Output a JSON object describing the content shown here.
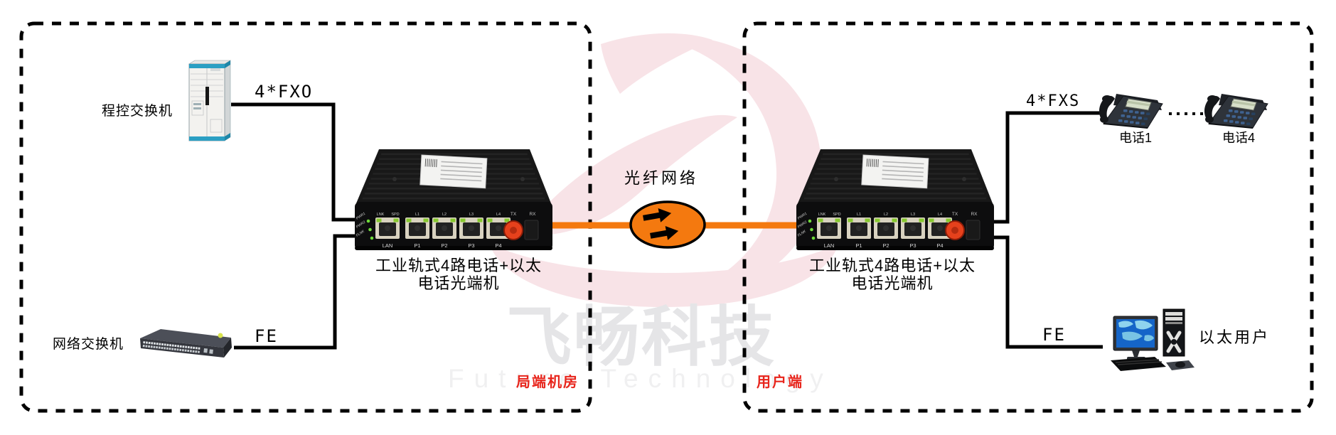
{
  "zones": {
    "left": {
      "name": "局端机房"
    },
    "right": {
      "name": "用户端"
    }
  },
  "nodes": {
    "pbx": "程控交换机",
    "lan_switch": "网络交换机",
    "converter_line1": "工业轨式4路电话+以太",
    "converter_line2": "电话光端机",
    "fiber_cloud": "光纤网络",
    "phone1": "电话1",
    "phone4": "电话4",
    "ethernet_user": "以太用户"
  },
  "links": {
    "fxo": "4*FXO",
    "fxs": "4*FXS",
    "fe_left": "FE",
    "fe_right": "FE"
  },
  "device_panel": {
    "led_labels": [
      "PWR1",
      "PWR2",
      "FLNK"
    ],
    "port_top_labels": [
      "LNK",
      "SPD",
      "L1",
      "L2",
      "L3",
      "L4"
    ],
    "port_bottom_labels": [
      "LAN",
      "P1",
      "P2",
      "P3",
      "P4"
    ],
    "fiber_labels": [
      "TX",
      "RX"
    ]
  },
  "watermark": {
    "cn": "飞畅科技",
    "en": "Future Technology"
  },
  "colors": {
    "fiber_orange": "#f4790f",
    "zone_label_red": "#e8251c",
    "line_black": "#000000",
    "watermark_pink": "#f8e3e7",
    "watermark_gray": "#e5e5e7"
  }
}
